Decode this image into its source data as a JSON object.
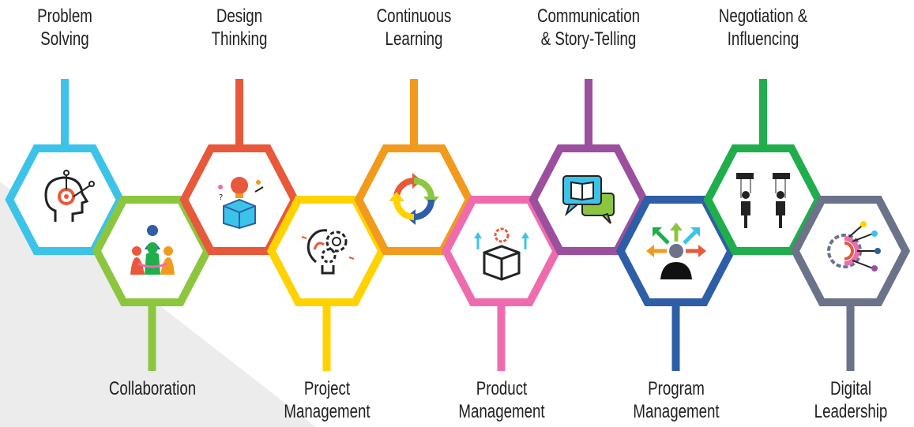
{
  "skills": [
    {
      "lines": [
        "Problem",
        "Solving"
      ],
      "color": "#3cc3ea",
      "position": "top",
      "icon": "head-gear-icon"
    },
    {
      "lines": [
        "Collaboration"
      ],
      "color": "#8cc63f",
      "position": "bottom",
      "icon": "team-people-icon"
    },
    {
      "lines": [
        "Design",
        "Thinking"
      ],
      "color": "#e8583a",
      "position": "top",
      "icon": "idea-box-icon"
    },
    {
      "lines": [
        "Project",
        "Management"
      ],
      "color": "#ffd200",
      "position": "bottom",
      "icon": "lightbulb-gears-icon"
    },
    {
      "lines": [
        "Continuous",
        "Learning"
      ],
      "color": "#f29a1e",
      "position": "top",
      "icon": "cycle-arrows-icon"
    },
    {
      "lines": [
        "Product",
        "Management"
      ],
      "color": "#ee6cae",
      "position": "bottom",
      "icon": "product-box-icon"
    },
    {
      "lines": [
        "Communication",
        "& Story-Telling"
      ],
      "color": "#9b4f9e",
      "position": "top",
      "icon": "chat-book-icon"
    },
    {
      "lines": [
        "Program",
        "Management"
      ],
      "color": "#2d5ea6",
      "position": "bottom",
      "icon": "person-arrows-icon"
    },
    {
      "lines": [
        "Negotiation &",
        "Influencing"
      ],
      "color": "#1fae4b",
      "position": "top",
      "icon": "puppets-icon"
    },
    {
      "lines": [
        "Digital",
        "Leadership"
      ],
      "color": "#6b7289",
      "position": "bottom",
      "icon": "digital-network-icon"
    }
  ]
}
